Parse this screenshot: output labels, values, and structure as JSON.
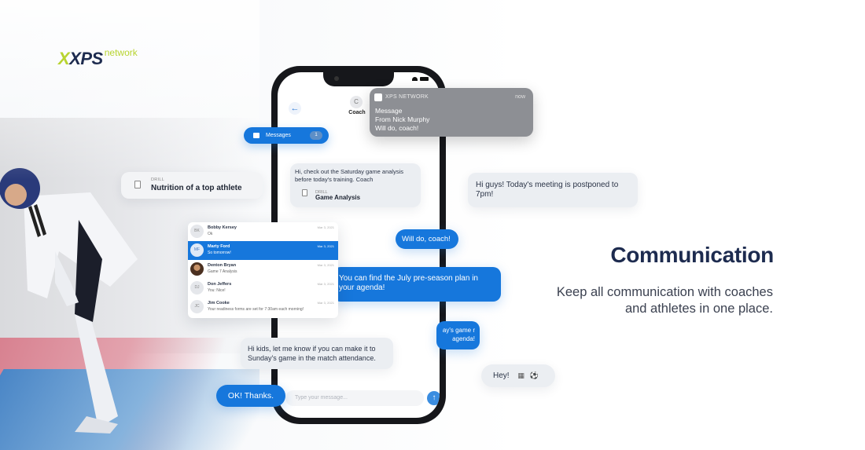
{
  "brand": {
    "logo_main": "XPS",
    "logo_sub": "network"
  },
  "phone": {
    "header": {
      "avatar_initial": "C",
      "title": "Coach"
    },
    "input_placeholder": "Type your message..."
  },
  "notification": {
    "app": "XPS NETWORK",
    "time": "now",
    "title": "Message",
    "from": "From Nick Murphy",
    "body": "Will do, coach!"
  },
  "messages_pill": {
    "label": "Messages",
    "count": "1"
  },
  "drill_card": {
    "label": "DRILL",
    "title": "Nutrition of a top athlete"
  },
  "analysis_card": {
    "text": "Hi, check out the Saturday game analysis before today's training. Coach",
    "label": "DRILL",
    "title": "Game Analysis"
  },
  "bubbles": {
    "postponed": "Hi guys! Today's meeting is postponed to 7pm!",
    "will_do": "Will do, coach!",
    "july": "You can find the July pre-season plan in your agenda!",
    "partial": "ay's game r agenda!",
    "hi_kids": "Hi kids, let me know if you can make it to Sunday's game in the match attendance.",
    "hey": "Hey!",
    "ok_thanks": "OK! Thanks."
  },
  "conversations": [
    {
      "initials": "BK",
      "name": "Bobby Kersey",
      "message": "Ok",
      "date": "Mar 3, 2021",
      "active": false
    },
    {
      "initials": "MF",
      "name": "Marty Ford",
      "message": "So tomorrow!",
      "date": "Mar 3, 2021",
      "active": true
    },
    {
      "initials": "",
      "name": "Denton Bryan",
      "message": "Game 7 Analysis",
      "date": "Mar 3, 2021",
      "active": false
    },
    {
      "initials": "DJ",
      "name": "Don Jeffers",
      "message": "You: Nice!",
      "date": "Mar 3, 2021",
      "active": false
    },
    {
      "initials": "JC",
      "name": "Jim Cooke",
      "message": "Your readiness forms are set for 7:30am each morning!",
      "date": "Mar 3, 2021",
      "active": false
    }
  ],
  "headline": {
    "title": "Communication",
    "subtitle": "Keep all communication with coaches and athletes in one place."
  },
  "colors": {
    "accent_blue": "#1677dc",
    "brand_green": "#b8d430",
    "navy": "#1d2b4f"
  }
}
